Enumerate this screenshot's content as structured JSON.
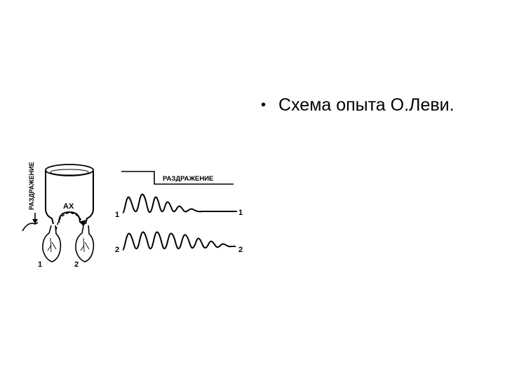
{
  "slide": {
    "bullet_text": "Схема опыта О.Леви."
  },
  "figure": {
    "stimulus_vertical": "РАЗДРАЖЕНИЕ",
    "acetylcholine": "АХ",
    "heart1": "1",
    "heart2": "2",
    "stimulus_trace": "РАЗДРАЖЕНИЕ",
    "trace1_left": "1",
    "trace1_right": "1",
    "trace2_left": "2",
    "trace2_right": "2"
  }
}
